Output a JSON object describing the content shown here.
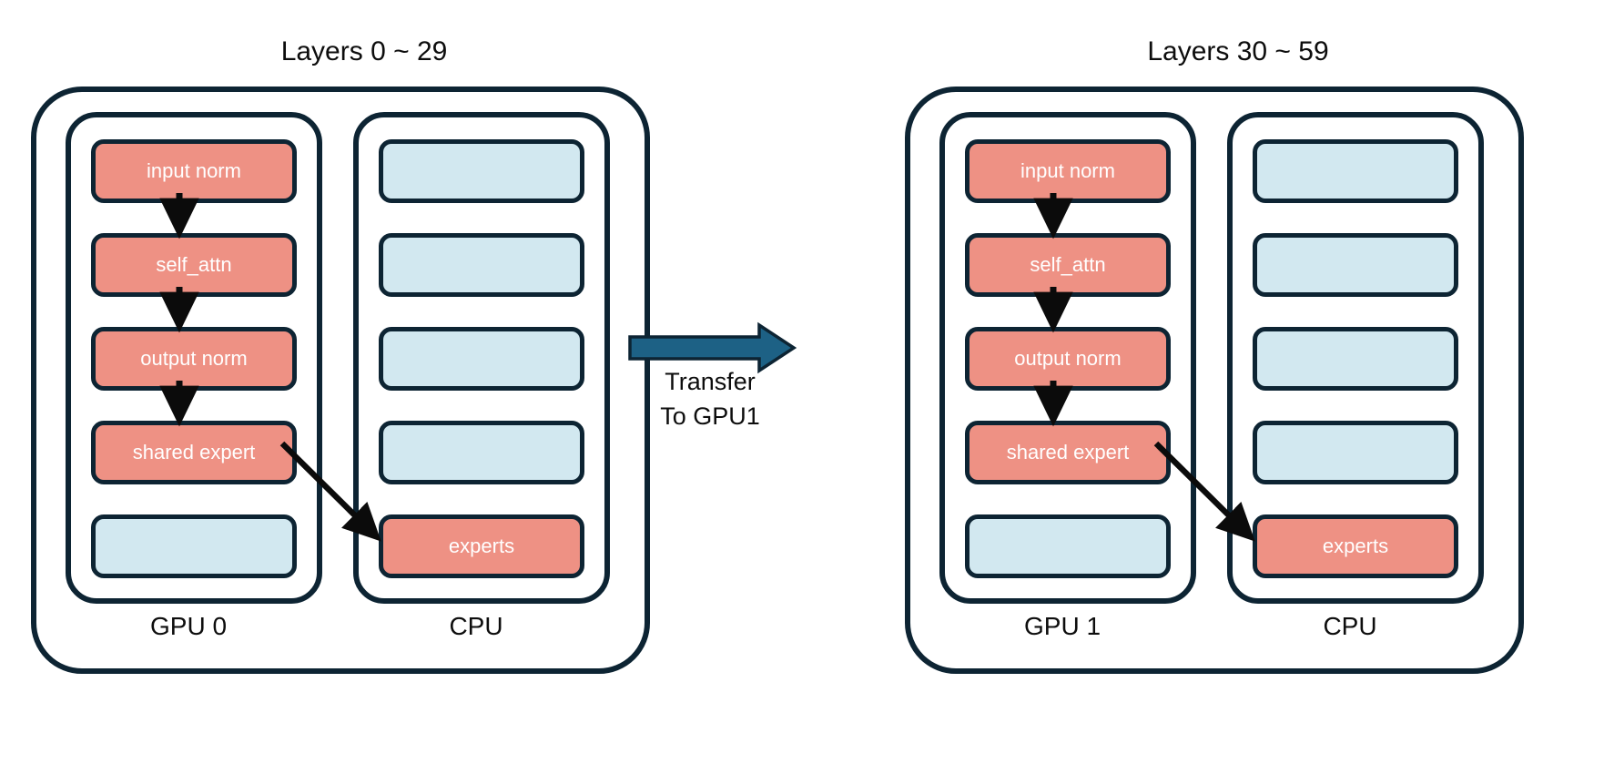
{
  "diagram": {
    "title_left": "Layers 0 ~ 29",
    "title_right": "Layers 30 ~ 59",
    "transfer_label": "Transfer\nTo GPU1",
    "accent_salmon": "#ee9184",
    "accent_blue": "#d2e8f0",
    "accent_outline": "#0d2433",
    "accent_arrow": "#1d6185"
  },
  "panels": [
    {
      "id": "left",
      "title": "Layers 0 ~ 29",
      "device_label": "GPU 0",
      "host_label": "CPU",
      "gpu_blocks": [
        {
          "label": "input norm",
          "kind": "salmon"
        },
        {
          "label": "self_attn",
          "kind": "salmon"
        },
        {
          "label": "output norm",
          "kind": "salmon"
        },
        {
          "label": "shared expert",
          "kind": "salmon"
        },
        {
          "label": "",
          "kind": "blue"
        }
      ],
      "cpu_blocks": [
        {
          "label": "",
          "kind": "blue"
        },
        {
          "label": "",
          "kind": "blue"
        },
        {
          "label": "",
          "kind": "blue"
        },
        {
          "label": "",
          "kind": "blue"
        },
        {
          "label": "experts",
          "kind": "salmon"
        }
      ]
    },
    {
      "id": "right",
      "title": "Layers 30 ~ 59",
      "device_label": "GPU 1",
      "host_label": "CPU",
      "gpu_blocks": [
        {
          "label": "input norm",
          "kind": "salmon"
        },
        {
          "label": "self_attn",
          "kind": "salmon"
        },
        {
          "label": "output norm",
          "kind": "salmon"
        },
        {
          "label": "shared expert",
          "kind": "salmon"
        },
        {
          "label": "",
          "kind": "blue"
        }
      ],
      "cpu_blocks": [
        {
          "label": "",
          "kind": "blue"
        },
        {
          "label": "",
          "kind": "blue"
        },
        {
          "label": "",
          "kind": "blue"
        },
        {
          "label": "",
          "kind": "blue"
        },
        {
          "label": "experts",
          "kind": "salmon"
        }
      ]
    }
  ]
}
